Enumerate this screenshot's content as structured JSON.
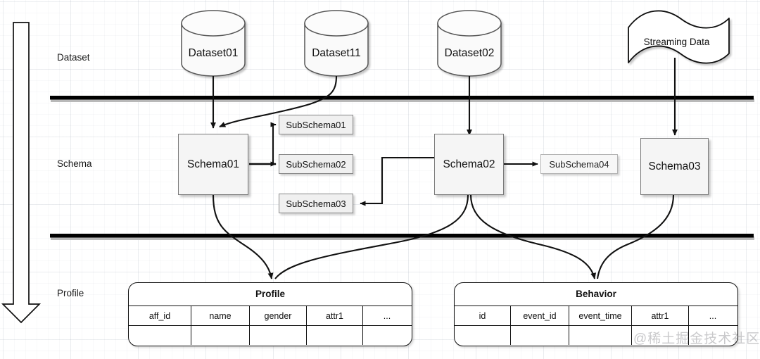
{
  "lanes": [
    {
      "id": "dataset",
      "label": "Dataset"
    },
    {
      "id": "schema",
      "label": "Schema"
    },
    {
      "id": "profile",
      "label": "Profile"
    }
  ],
  "flow_arrow": {
    "name": "vertical-flow-arrow",
    "direction": "down"
  },
  "datasets": [
    {
      "id": "dataset01",
      "label": "Dataset01"
    },
    {
      "id": "dataset11",
      "label": "Dataset11"
    },
    {
      "id": "dataset02",
      "label": "Dataset02"
    }
  ],
  "streaming": {
    "label": "Streaming Data"
  },
  "schemas": [
    {
      "id": "schema01",
      "label": "Schema01"
    },
    {
      "id": "schema02",
      "label": "Schema02"
    },
    {
      "id": "schema03",
      "label": "Schema03"
    }
  ],
  "subschemas": [
    {
      "id": "subschema01",
      "label": "SubSchema01"
    },
    {
      "id": "subschema02",
      "label": "SubSchema02"
    },
    {
      "id": "subschema03",
      "label": "SubSchema03"
    },
    {
      "id": "subschema04",
      "label": "SubSchema04"
    }
  ],
  "tables": [
    {
      "id": "profile",
      "title": "Profile",
      "columns": [
        "aff_id",
        "name",
        "gender",
        "attr1",
        "..."
      ],
      "rows": [
        [
          "",
          "",
          "",
          "",
          ""
        ]
      ]
    },
    {
      "id": "behavior",
      "title": "Behavior",
      "columns": [
        "id",
        "event_id",
        "event_time",
        "attr1",
        "..."
      ],
      "rows": [
        [
          "",
          "",
          "",
          "",
          ""
        ]
      ]
    }
  ],
  "watermark": {
    "text": "@稀土掘金技术社区"
  },
  "colors": {
    "line": "#111111",
    "divider": "#000000",
    "node_fill": "#f5f5f5",
    "node_border": "#7a7a7a",
    "grid": "#8c96a5"
  }
}
